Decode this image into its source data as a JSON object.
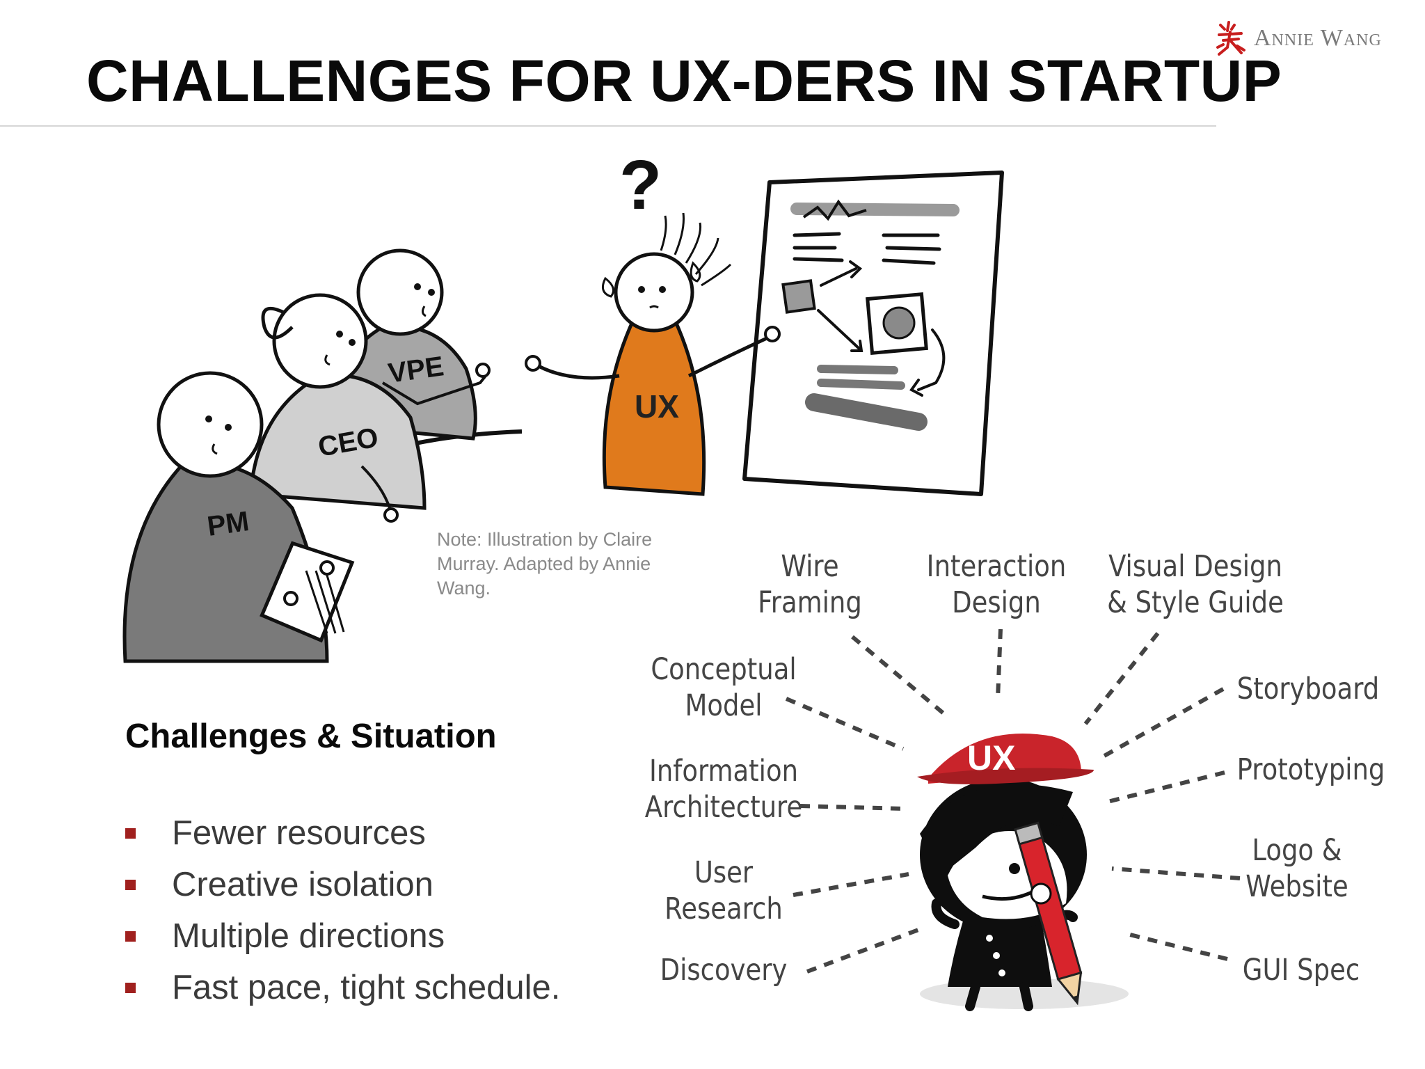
{
  "header": {
    "title": "CHALLENGES FOR UX-DERS IN STARTUP",
    "brand": {
      "name": "Annie Wang",
      "mark_icon": "red-brush-logo-icon",
      "mark_color": "#c81e1e"
    }
  },
  "illustration": {
    "people": [
      {
        "label": "PM"
      },
      {
        "label": "CEO"
      },
      {
        "label": "VPE"
      },
      {
        "label": "UX"
      }
    ],
    "question_mark": "?",
    "note": "Note: Illustration by Claire Murray. Adapted by Annie Wang."
  },
  "challenges": {
    "heading": "Challenges & Situation",
    "items": [
      "Fewer resources",
      "Creative isolation",
      "Multiple directions",
      "Fast pace, tight schedule."
    ],
    "bullet_color": "#a0201e"
  },
  "ux_character": {
    "hat_label": "UX",
    "hat_color": "#c9242b",
    "pencil_color": "#d8242c"
  },
  "skills": [
    "Wire\nFraming",
    "Interaction\nDesign",
    "Visual Design\n& Style Guide",
    "Conceptual\nModel",
    "Storyboard",
    "Information\nArchitecture",
    "Prototyping",
    "User\nResearch",
    "Logo &\nWebsite",
    "Discovery",
    "GUI Spec"
  ]
}
